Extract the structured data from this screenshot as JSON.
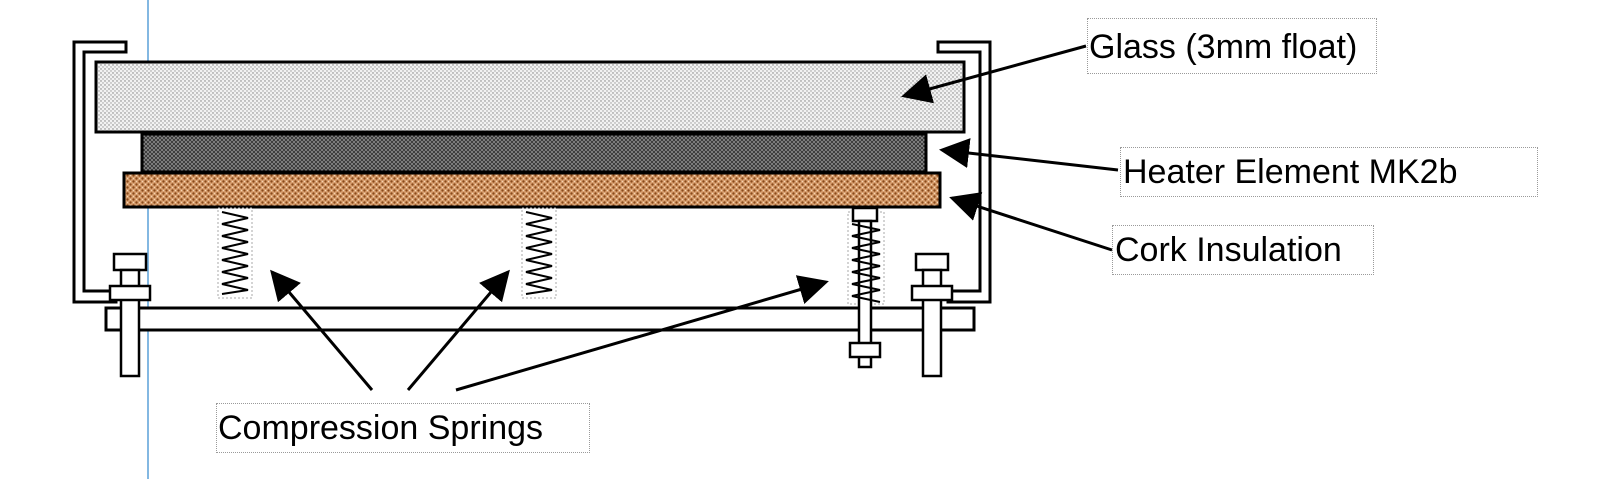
{
  "labels": {
    "glass": "Glass (3mm float)",
    "heater": "Heater Element MK2b",
    "cork": "Cork Insulation",
    "springs": "Compression Springs"
  },
  "colors": {
    "glass_fill": "#e8e8e8",
    "heater_fill": "#3a3a3a",
    "cork_fill": "#c08050",
    "guide_line": "#5aa0d8",
    "label_frame": "#9a9a9a"
  }
}
